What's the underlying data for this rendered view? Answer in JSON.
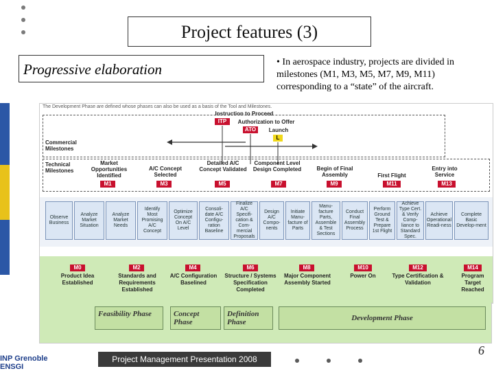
{
  "slide": {
    "title": "Project features (3)",
    "subtitle": "Progressive elaboration",
    "bullet": "• In aerospace industry, projects are divided in milestones (M1, M3, M5, M7, M9, M11) corresponding to a “state” of the aircraft.",
    "footer": "Project Management  Presentation 2008",
    "page_number": "6",
    "logo_text": "INP Grenoble ENSGI"
  },
  "figure": {
    "top_caption": "The Development Phase are defined whose phases can also be used as a basis of the Tool and Milestones.",
    "commercial_milestones": "Commercial Milestones",
    "technical_milestones": "Technical Milestones",
    "itp_label": "Instruction to Proceed",
    "itp": "ITP",
    "ato_label": "Authorization to Offer",
    "ato": "ATO",
    "launch_label": "Launch",
    "launch": "L",
    "top_milestones": [
      {
        "label": "Market Opportunities Identified",
        "code": "M1"
      },
      {
        "label": "A/C Concept Selected",
        "code": "M3"
      },
      {
        "label": "Detailed A/C Concept Validated",
        "code": "M5"
      },
      {
        "label": "Component Level Design Completed",
        "code": "M7"
      },
      {
        "label": "Begin of Final Assembly",
        "code": "M9"
      },
      {
        "label": "First Flight",
        "code": "M11"
      },
      {
        "label": "Entry into Service",
        "code": "M13"
      }
    ],
    "activities": [
      "Observe Business",
      "Analyze Market Situation",
      "Analyze Market Needs",
      "Identify Most Promising A/C Concept",
      "Optimize Concept On A/C Level",
      "Consoli-date A/C Configu-ration Baseline",
      "Finalize A/C Specifi-cation & Com-mercial Proposals",
      "Design A/C Compo-nents",
      "Initiate Manu-facture of Parts",
      "Manu-facture Parts, Assemble & Test Sections",
      "Conduct Final Assembly Process",
      "Perform Ground Test & Prepare 1st Flight",
      "Achieve Type Cert. & Verify Comp-liance to Standard Spec.",
      "Achieve Operational Readi-ness",
      "Complete Basic Develop-ment"
    ],
    "bottom_milestones": [
      {
        "code": "M0",
        "label": "Product Idea Established"
      },
      {
        "code": "M2",
        "label": "Standards and Requirements Established"
      },
      {
        "code": "M4",
        "label": "A/C Configuration Baselined"
      },
      {
        "code": "M6",
        "label": "Structure / Systems Specification Completed"
      },
      {
        "code": "M8",
        "label": "Major Component Assembly Started"
      },
      {
        "code": "M10",
        "label": "Power On"
      },
      {
        "code": "M12",
        "label": "Type Certification & Validation"
      },
      {
        "code": "M14",
        "label": "Program Target Reached"
      }
    ],
    "phases": [
      "Feasibility Phase",
      "Concept Phase",
      "Definition Phase",
      "Development Phase"
    ]
  },
  "colors": {
    "milestone_red": "#c8102e",
    "activity_blue": "#dbe6f4",
    "phase_green": "#cfeab7",
    "footer_bg": "#3a3a3a"
  }
}
